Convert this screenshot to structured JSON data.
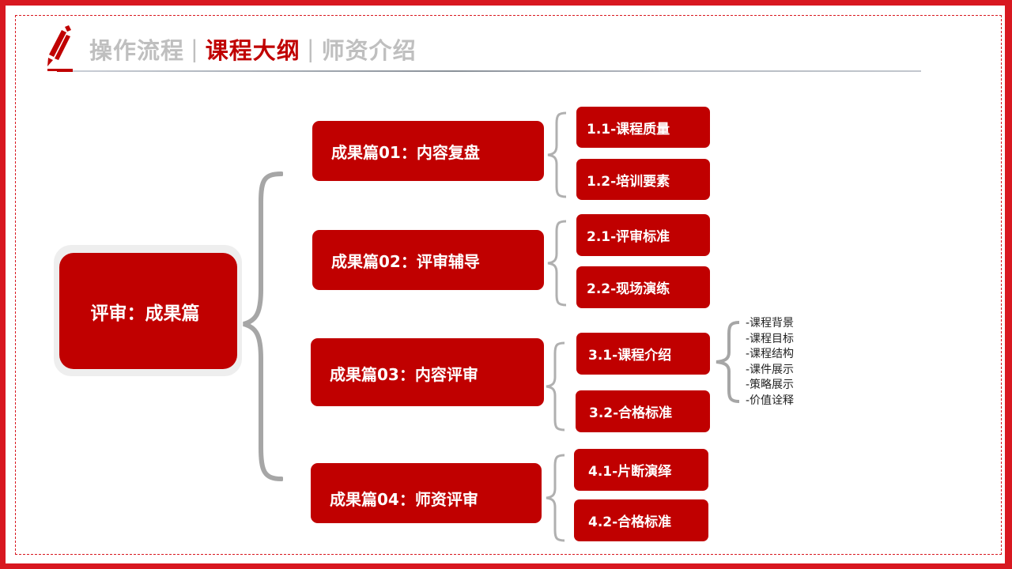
{
  "colors": {
    "accent_red": "#c00000",
    "frame_red": "#d81820",
    "muted_gray": "#bfbfbf",
    "brace_gray": "#a6a6a6"
  },
  "header": {
    "icon": "pencil-icon",
    "nav": [
      {
        "label": "操作流程",
        "active": false
      },
      {
        "label": "课程大纲",
        "active": true
      },
      {
        "label": "师资介绍",
        "active": false
      }
    ],
    "separator": "|"
  },
  "diagram": {
    "root": {
      "label": "评审：成果篇"
    },
    "sections": [
      {
        "label": "成果篇01：内容复盘",
        "items": [
          {
            "label": "1.1-课程质量"
          },
          {
            "label": "1.2-培训要素"
          }
        ]
      },
      {
        "label": "成果篇02：评审辅导",
        "items": [
          {
            "label": "2.1-评审标准"
          },
          {
            "label": "2.2-现场演练"
          }
        ]
      },
      {
        "label": "成果篇03：内容评审",
        "items": [
          {
            "label": "3.1-课程介绍"
          },
          {
            "label": "3.2-合格标准"
          }
        ]
      },
      {
        "label": "成果篇04：师资评审",
        "items": [
          {
            "label": "4.1-片断演绎"
          },
          {
            "label": "4.2-合格标准"
          }
        ]
      }
    ],
    "detail_list": {
      "parent": "3.1-课程介绍",
      "items": [
        "-课程背景",
        "-课程目标",
        "-课程结构",
        "-课件展示",
        "-策略展示",
        "-价值诠释"
      ]
    }
  }
}
